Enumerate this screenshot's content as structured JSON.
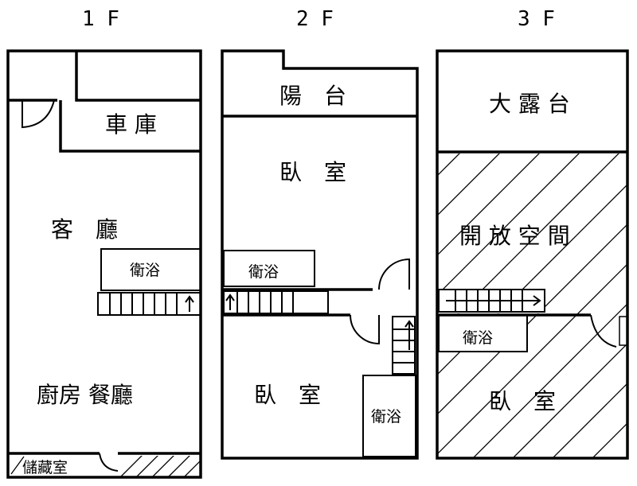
{
  "floors": [
    {
      "label": "1 F",
      "rooms": {
        "garage": "車 庫",
        "living": "客　廳",
        "bath": "衛浴",
        "kitchen": "廚房 餐廳",
        "storage": "儲藏室"
      }
    },
    {
      "label": "2 F",
      "rooms": {
        "balcony": "陽　台",
        "bedroom_top": "臥　室",
        "bath_left": "衛浴",
        "bedroom_bottom": "臥　室",
        "bath_right": "衛浴"
      }
    },
    {
      "label": "3 F",
      "rooms": {
        "terrace": "大 露 台",
        "open_space": "開 放 空 間",
        "bath": "衛浴",
        "bedroom": "臥　室"
      }
    }
  ]
}
